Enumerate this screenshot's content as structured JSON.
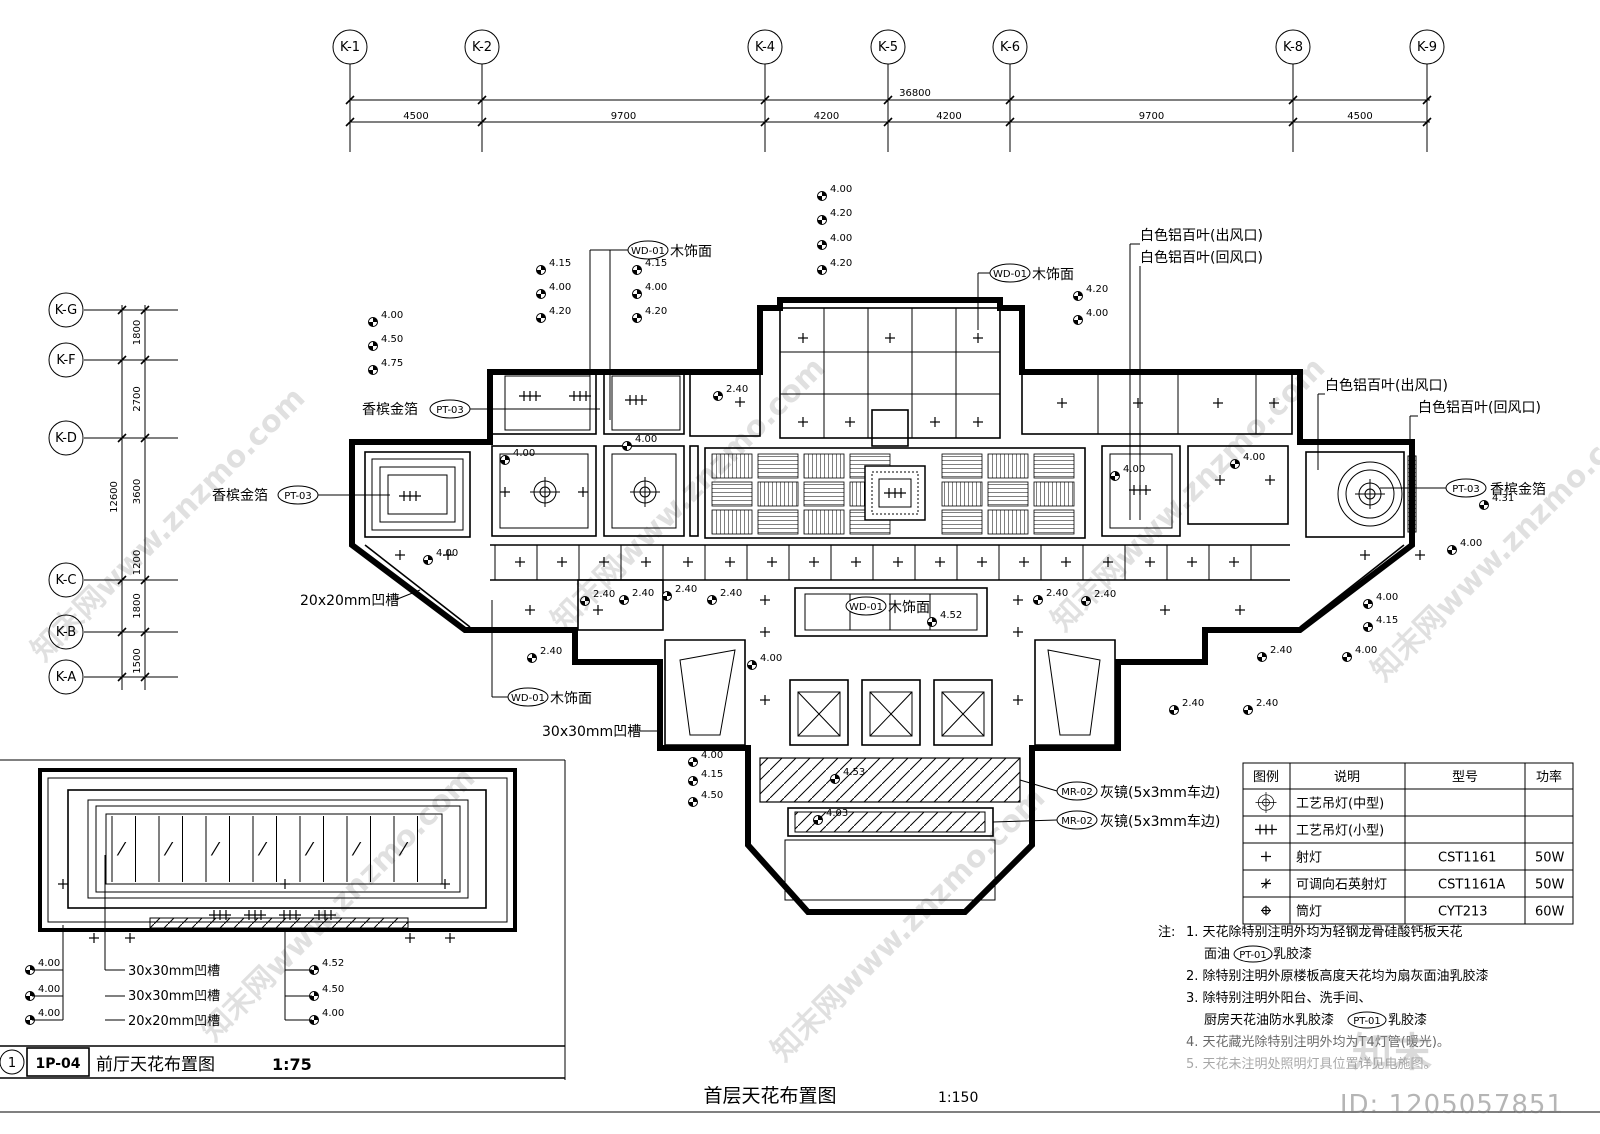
{
  "axes_top": [
    "K-1",
    "K-2",
    "K-4",
    "K-5",
    "K-6",
    "K-8",
    "K-9"
  ],
  "dims_top_total": "36800",
  "dims_top": [
    "4500",
    "9700",
    "4200",
    "4200",
    "9700",
    "4500"
  ],
  "axes_left": [
    "K-G",
    "K-F",
    "K-D",
    "K-C",
    "K-B",
    "K-A"
  ],
  "dims_left_total": "12600",
  "dims_left": [
    "1800",
    "2700",
    "3600",
    "1200",
    "1800",
    "1500"
  ],
  "tags": {
    "wd01": "WD-01",
    "pt03": "PT-03",
    "mr02": "MR-02",
    "pt01": "PT-01"
  },
  "labels": {
    "wood_face": "木饰面",
    "champagne_gold": "香槟金箔",
    "louver_out": "白色铝百叶(出风口)",
    "louver_in": "白色铝百叶(回风口)",
    "groove_20": "20x20mm凹槽",
    "groove_30": "30x30mm凹槽",
    "grey_mirror": "灰镜(5x3mm车边)"
  },
  "heights": {
    "h400": "4.00",
    "h420": "4.20",
    "h415": "4.15",
    "h450": "4.50",
    "h475": "4.75",
    "h240": "2.40",
    "h431": "4.31",
    "h452": "4.52",
    "h453": "4.53",
    "h403": "4.03"
  },
  "legend": {
    "headers": [
      "图例",
      "说明",
      "型号",
      "功率"
    ],
    "rows": [
      {
        "desc": "工艺吊灯(中型)",
        "model": "",
        "power": "",
        "icon": "chandelier-medium-icon"
      },
      {
        "desc": "工艺吊灯(小型)",
        "model": "",
        "power": "",
        "icon": "chandelier-small-icon"
      },
      {
        "desc": "射灯",
        "model": "CST1161",
        "power": "50W",
        "icon": "spotlight-icon"
      },
      {
        "desc": "可调向石英射灯",
        "model": "CST1161A",
        "power": "50W",
        "icon": "adjustable-spotlight-icon"
      },
      {
        "desc": "筒灯",
        "model": "CYT213",
        "power": "60W",
        "icon": "downlight-icon"
      }
    ]
  },
  "notes": {
    "prefix": "注:",
    "n1a": "1. 天花除特别注明外均为轻钢龙骨硅酸钙板天花",
    "n1b_pre": "面油",
    "n1b_post": "乳胶漆",
    "n2": "2. 除特别注明外原楼板高度天花均为扇灰面油乳胶漆",
    "n3a": "3. 除特别注明外阳台、洗手间、",
    "n3b": "厨房天花油防水乳胶漆",
    "n3b_post": "乳胶漆",
    "n4": "4. 天花藏光除特别注明外均为T4灯管(暖光)。",
    "n5": "5. 天花未注明处照明灯具位置详见电施图。"
  },
  "detail": {
    "number": "1",
    "code": "1P-04",
    "title": "前厅天花布置图",
    "scale": "1:75"
  },
  "main_title": "首层天花布置图",
  "main_scale": "1:150",
  "watermarks": {
    "site": "知末网www.znzmo.com",
    "id": "ID: 1205057851",
    "logo": "知末"
  }
}
